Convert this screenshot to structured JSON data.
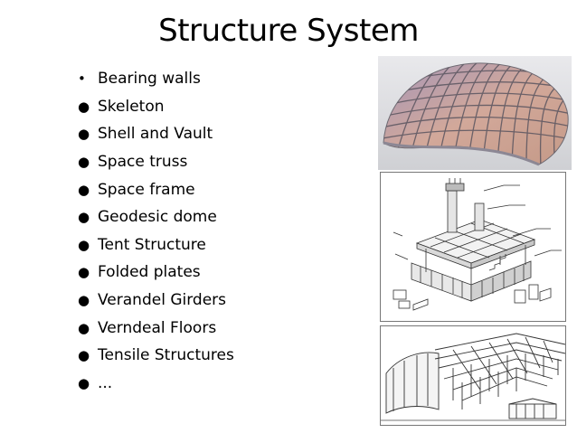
{
  "slide": {
    "title": "Structure System",
    "bullets": [
      {
        "marker": "•",
        "text": "Bearing walls"
      },
      {
        "marker": "●",
        "text": "Skeleton"
      },
      {
        "marker": "●",
        "text": "Shell and Vault"
      },
      {
        "marker": "●",
        "text": "Space truss"
      },
      {
        "marker": "●",
        "text": "Space frame"
      },
      {
        "marker": "●",
        "text": "Geodesic dome"
      },
      {
        "marker": "●",
        "text": "Tent Structure"
      },
      {
        "marker": "●",
        "text": "Folded plates"
      },
      {
        "marker": "●",
        "text": "Verandel Girders"
      },
      {
        "marker": "●",
        "text": "Verndeal Floors"
      },
      {
        "marker": "●",
        "text": "Tensile Structures"
      },
      {
        "marker": "●",
        "text": "..."
      }
    ]
  }
}
